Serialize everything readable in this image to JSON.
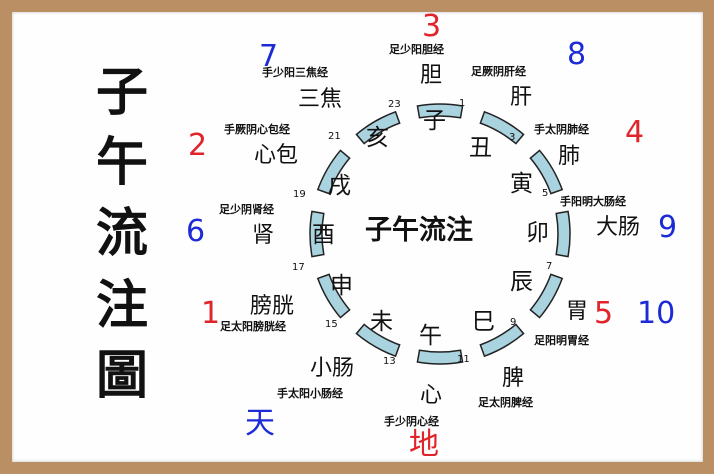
{
  "title_chars": [
    "子",
    "午",
    "流",
    "注",
    "圖"
  ],
  "center_title": "子午流注",
  "organs": {
    "dan": "胆",
    "gan": "肝",
    "fei": "肺",
    "dachang": "大肠",
    "wei": "胃",
    "pi": "脾",
    "xin": "心",
    "xiaochang": "小肠",
    "pangguang": "膀胱",
    "shen": "肾",
    "xinbao": "心包",
    "sanjiao": "三焦"
  },
  "branches": {
    "zi": "子",
    "chou": "丑",
    "yin": "寅",
    "mao": "卯",
    "chen": "辰",
    "si": "巳",
    "wu": "午",
    "wei": "未",
    "shen": "申",
    "you": "酉",
    "xu": "戌",
    "hai": "亥"
  },
  "meridians": {
    "dan": "足少阳胆经",
    "gan": "足厥阴肝经",
    "fei": "手太阴肺经",
    "dachang": "手阳明大肠经",
    "wei": "足阳明胃经",
    "pi": "足太阴脾经",
    "xin": "手少阴心经",
    "xiaochang": "手太阳小肠经",
    "pangguang": "足太阳膀胱经",
    "shen": "足少阴肾经",
    "xinbao": "手厥阴心包经",
    "sanjiao": "手少阳三焦经"
  },
  "hours": {
    "h23": "23",
    "h1": "1",
    "h3": "3",
    "h5": "5",
    "h7": "7",
    "h9": "9",
    "h11": "11",
    "h13": "13",
    "h15": "15",
    "h17": "17",
    "h19": "19",
    "h21": "21"
  },
  "numbers": {
    "n3": "3",
    "n8": "8",
    "n4": "4",
    "n9": "9",
    "n5": "5",
    "n10": "10",
    "n7": "7",
    "n2": "2",
    "n6": "6",
    "n1": "1"
  },
  "labels": {
    "tian": "天",
    "di": "地"
  },
  "colors": {
    "frame": "#b98f63",
    "segment_fill": "#a9d3df",
    "segment_stroke": "#222222",
    "red": "#e0242a",
    "blue": "#1c2bd6"
  }
}
